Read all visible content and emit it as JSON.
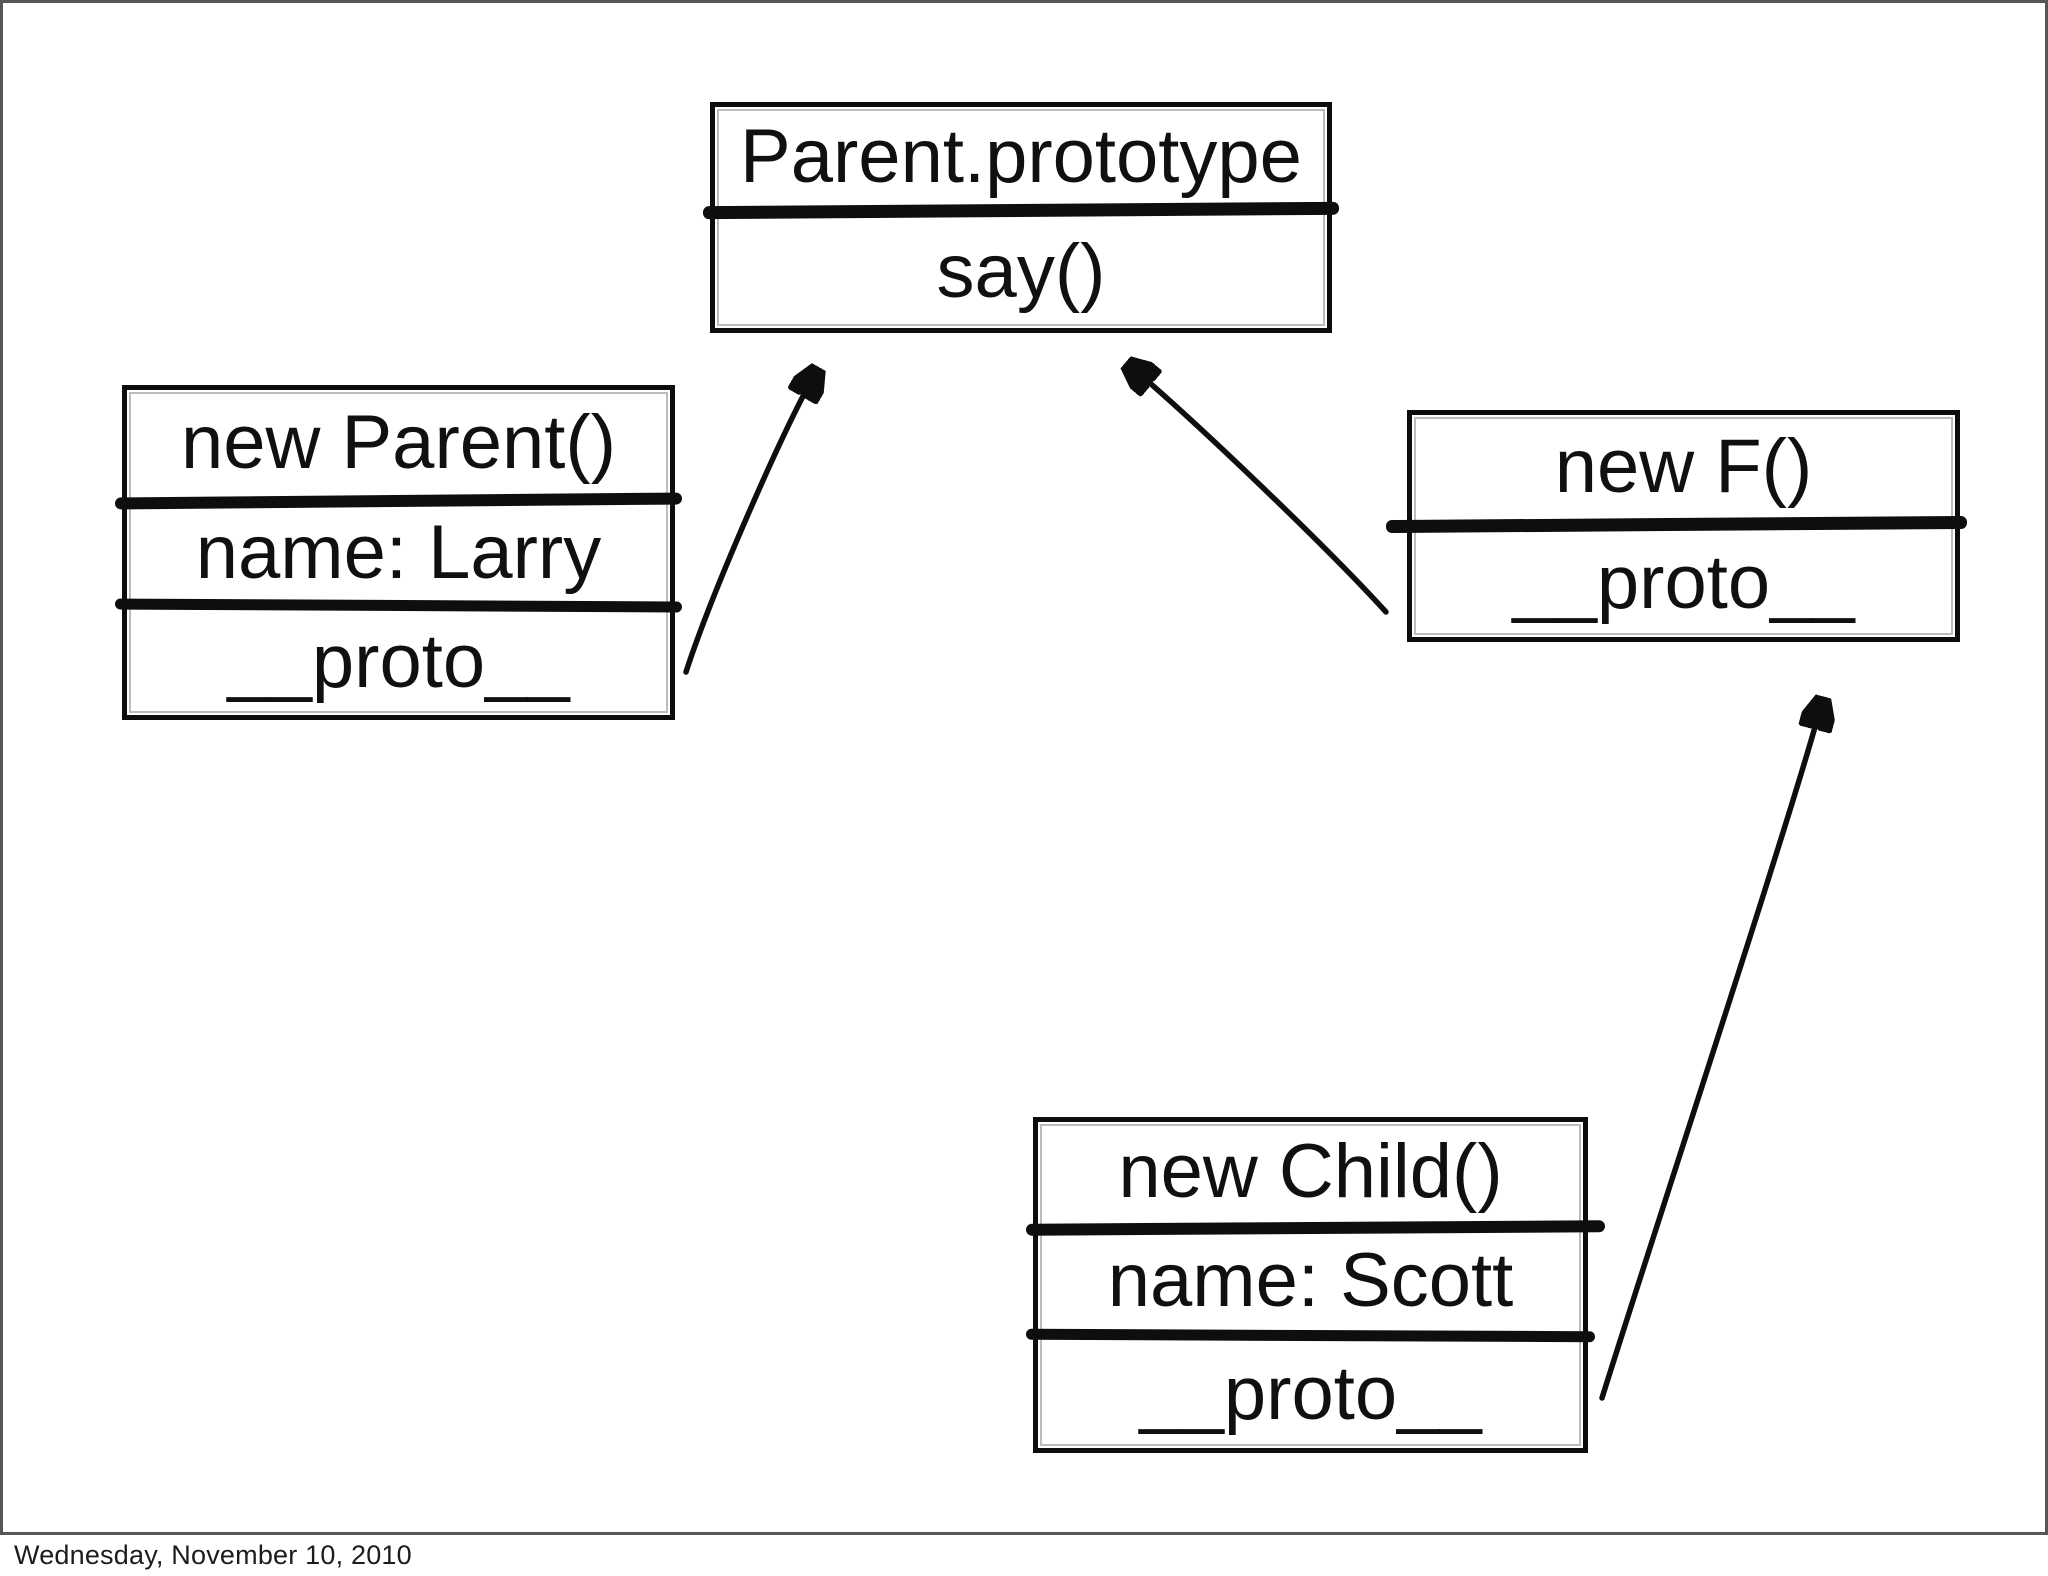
{
  "slide": {
    "footer": "Wednesday, November 10, 2010",
    "colors": {
      "ink": "#0e0e0e",
      "frame": "#57575b",
      "background": "#ffffff"
    }
  },
  "diagram": {
    "boxes": [
      {
        "id": "parent-prototype",
        "title": "Parent.prototype",
        "rows": [
          "say()"
        ]
      },
      {
        "id": "new-parent",
        "title": "new Parent()",
        "rows": [
          "name: Larry",
          "__proto__"
        ]
      },
      {
        "id": "new-f",
        "title": "new F()",
        "rows": [
          "__proto__"
        ]
      },
      {
        "id": "new-child",
        "title": "new Child()",
        "rows": [
          "name: Scott",
          "__proto__"
        ]
      }
    ],
    "arrows": [
      {
        "from": "new Parent().__proto__",
        "to": "Parent.prototype"
      },
      {
        "from": "new F().__proto__",
        "to": "Parent.prototype"
      },
      {
        "from": "new Child().__proto__",
        "to": "new F()"
      }
    ]
  }
}
